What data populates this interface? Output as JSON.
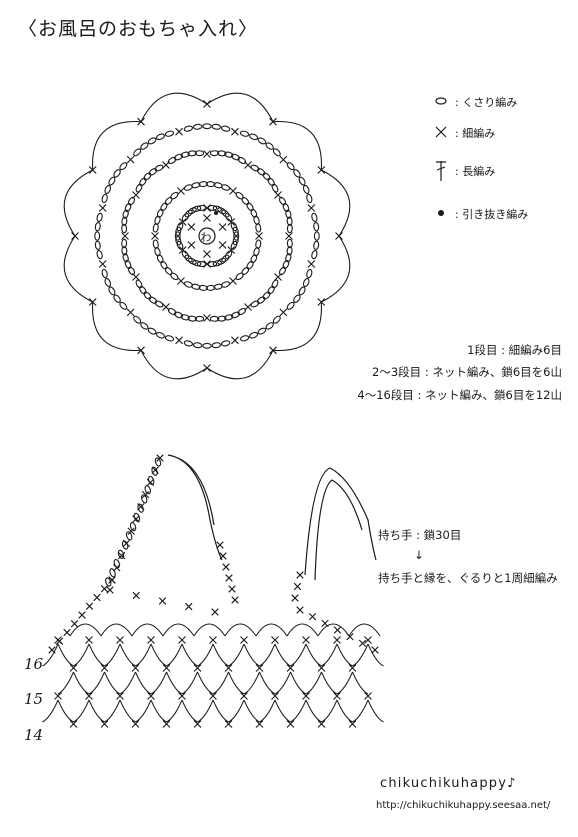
{
  "title": "〈お風呂のおもちゃ入れ〉",
  "legend": [
    {
      "icon": "chain-stitch-icon",
      "label": ": くさり編み"
    },
    {
      "icon": "single-crochet-icon",
      "label": ": 細編み"
    },
    {
      "icon": "double-crochet-icon",
      "label": ": 長編み"
    },
    {
      "icon": "slip-stitch-icon",
      "label": ": 引き抜き編み"
    }
  ],
  "center_mark": "わ",
  "rounds": [
    "1段目 : 細編み6目",
    "2～3段目 : ネット編み、鎖6目を6山",
    "4～16段目 : ネット編み、鎖6目を12山"
  ],
  "handle": {
    "line1": "持ち手 : 鎖30目",
    "arrow": "↓",
    "line2": "持ち手と縁を、ぐるりと1周細編み"
  },
  "row_labels": [
    "16",
    "15",
    "14"
  ],
  "signature": "chikuchikuhappy♪",
  "url": "http://chikuchikuhappy.seesaa.net/"
}
